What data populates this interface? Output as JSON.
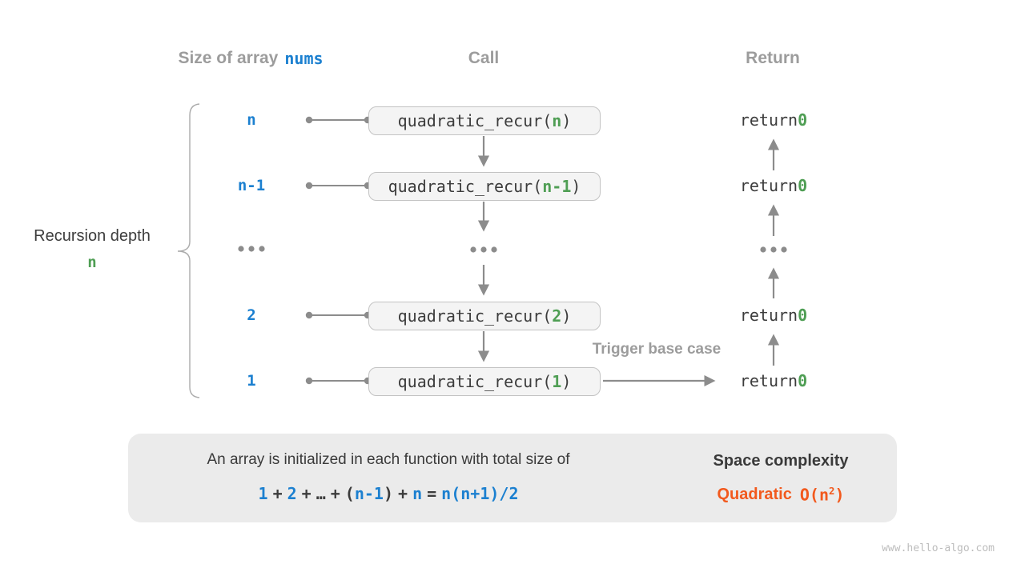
{
  "page": {
    "watermark": "www.hello-algo.com",
    "colors": {
      "blue": "#1c80d0",
      "green": "#4f9e54",
      "orange": "#f2591d",
      "dark_text": "#3c3c3c",
      "gray_heading": "#9c9c9c",
      "arrow_gray": "#8c8c8c",
      "call_box_fill": "#f4f4f4",
      "call_box_border": "#c3c3c3",
      "summary_box_fill": "#ebebeb"
    }
  },
  "headers": {
    "size_prefix": "Size of array",
    "size_code": "nums",
    "call": "Call",
    "return": "Return"
  },
  "depth_label": {
    "line1": "Recursion depth",
    "value": "n"
  },
  "rows": [
    {
      "size": "n",
      "call_prefix": "quadratic_recur(",
      "call_arg": "n",
      "call_suffix": ")",
      "return_prefix": "return ",
      "return_value": "0"
    },
    {
      "size": "n-1",
      "call_prefix": "quadratic_recur(",
      "call_arg": "n-1",
      "call_suffix": ")",
      "return_prefix": "return ",
      "return_value": "0"
    },
    {
      "size_ellipsis": "...",
      "call_ellipsis": "...",
      "return_ellipsis": "..."
    },
    {
      "size": "2",
      "call_prefix": "quadratic_recur(",
      "call_arg": "2",
      "call_suffix": ")",
      "return_prefix": "return ",
      "return_value": "0"
    },
    {
      "size": "1",
      "call_prefix": "quadratic_recur(",
      "call_arg": "1",
      "call_suffix": ")",
      "return_prefix": "return ",
      "return_value": "0"
    }
  ],
  "trigger_label": "Trigger base case",
  "summary": {
    "line1": "An array is initialized in each function with total size of",
    "formula": {
      "t1": "1",
      "op1": "+",
      "t2": "2",
      "op2": "+",
      "ellipsis": "…",
      "op3": "+",
      "lparen": "(",
      "t3": "n-1",
      "rparen": ")",
      "op4": "+",
      "t4": "n",
      "equals": "=",
      "rhs": "n(n+1)/2"
    },
    "result_title": "Space complexity",
    "result_name": "Quadratic",
    "result_o_prefix": "O(n",
    "result_exponent": "2",
    "result_suffix": ")"
  }
}
